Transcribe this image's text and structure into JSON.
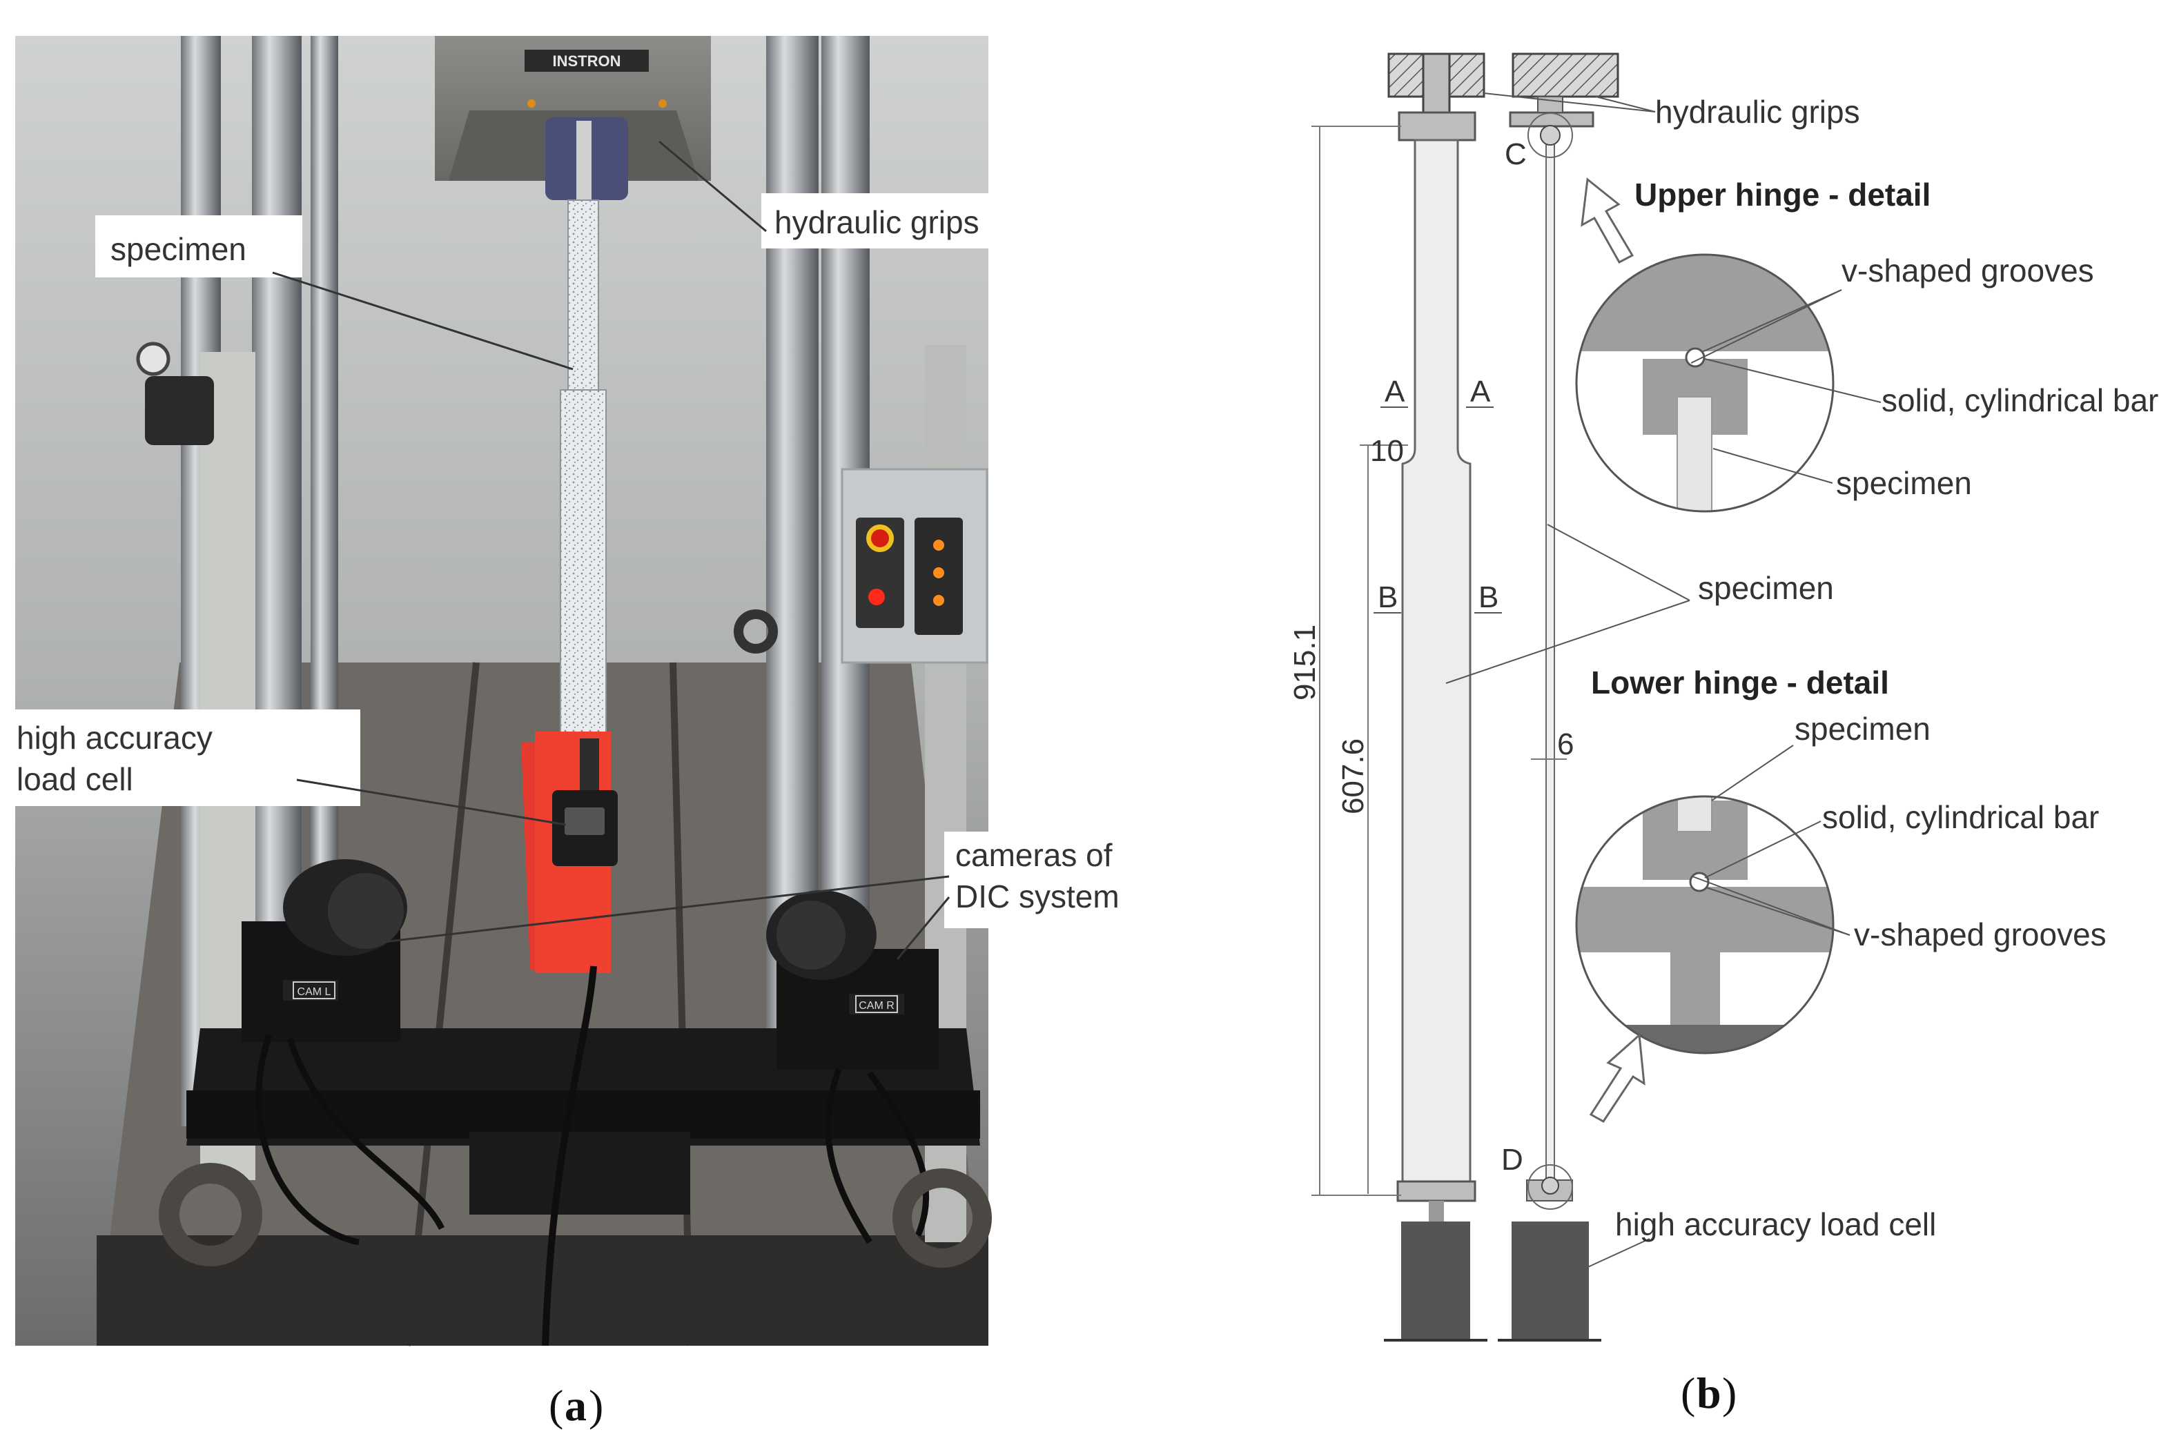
{
  "panel_a": {
    "caption_letter": "a",
    "brand": "INSTRON",
    "labels": {
      "specimen": "specimen",
      "hydraulic_grips": "hydraulic grips",
      "load_cell_line1": "high accuracy",
      "load_cell_line2": "load cell",
      "cameras_line1": "cameras of",
      "cameras_line2": "DIC system"
    },
    "camera_tags": [
      "CAM L",
      "CAM R"
    ],
    "colors": {
      "sled": "#e63a2e",
      "lamp_red": "#ff2a1a",
      "lamp_orange": "#ff8c1a"
    }
  },
  "panel_b": {
    "caption_letter": "b",
    "labels": {
      "hydraulic_grips": "hydraulic grips",
      "upper_detail_title": "Upper hinge - detail",
      "lower_detail_title": "Lower hinge - detail",
      "v_grooves": "v-shaped grooves",
      "solid_bar": "solid, cylindrical bar",
      "specimen": "specimen",
      "load_cell": "high accuracy load cell"
    },
    "section_marks": {
      "A": "A",
      "B": "B",
      "C": "C",
      "D": "D"
    },
    "dimensions": {
      "total": "915.1",
      "gauge": "607.6",
      "fillet": "10",
      "thickness": "6"
    }
  }
}
